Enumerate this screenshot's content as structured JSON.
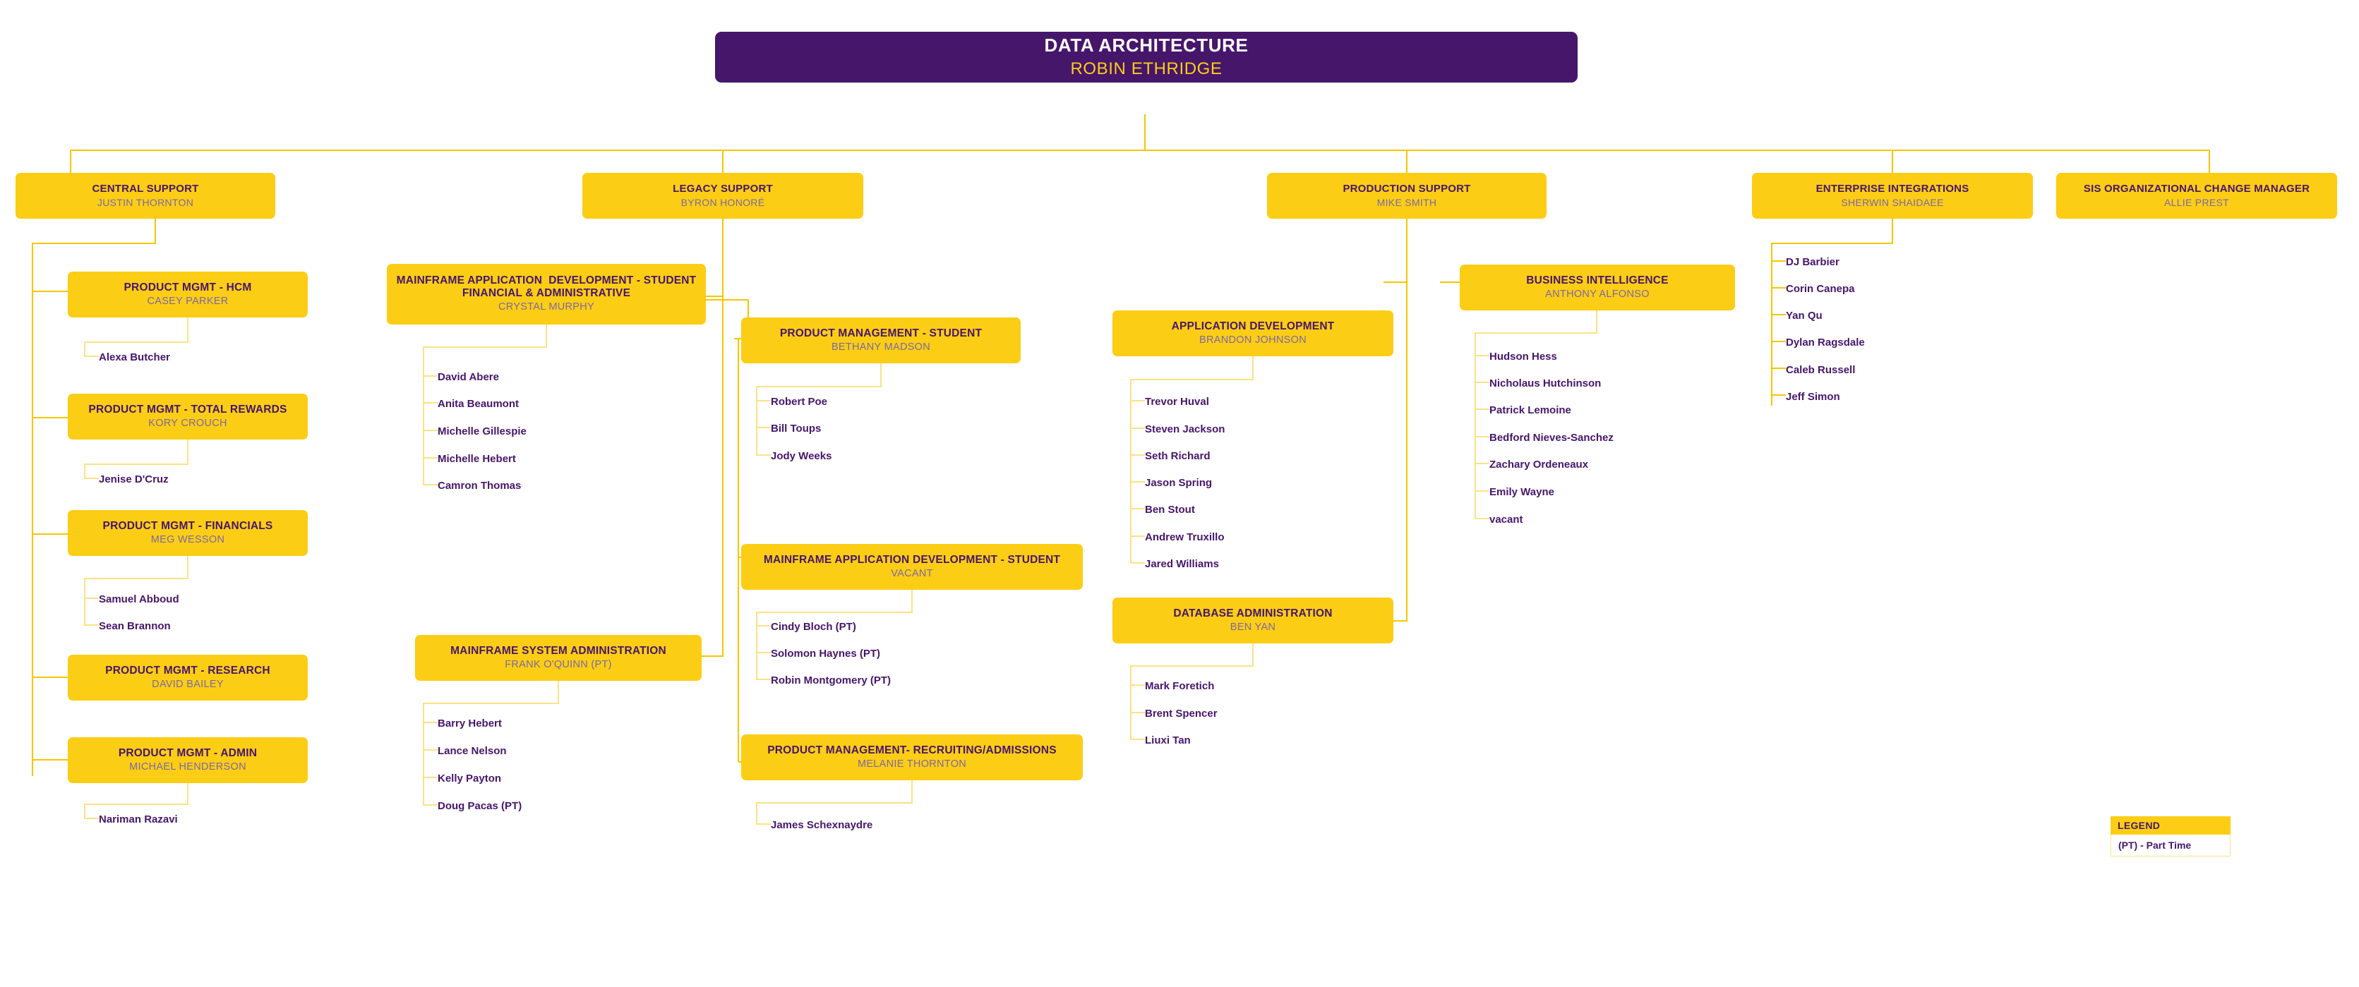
{
  "colors": {
    "box_yellow": "#FCCD15",
    "root_purple": "#46166B",
    "title_purple": "#46166B",
    "person_purple": "#7B68A6",
    "line_yellow": "#F7C600",
    "line_yellow_light": "#FBE285",
    "background": "#FFFFFF"
  },
  "root": {
    "title": "DATA ARCHITECTURE",
    "person": "ROBIN ETHRIDGE"
  },
  "departments": [
    {
      "id": "central-support",
      "title": "CENTRAL SUPPORT",
      "person": "JUSTIN THORNTON"
    },
    {
      "id": "legacy-support",
      "title": "LEGACY SUPPORT",
      "person": "BYRON HONORÉ"
    },
    {
      "id": "production-support",
      "title": "PRODUCTION SUPPORT",
      "person": "MIKE SMITH"
    },
    {
      "id": "enterprise-integrations",
      "title": "ENTERPRISE INTEGRATIONS",
      "person": "SHERWIN SHAIDAEE"
    },
    {
      "id": "sis-org-change-manager",
      "title": "SIS ORGANIZATIONAL CHANGE MANAGER",
      "person": "ALLIE PREST"
    }
  ],
  "units": [
    {
      "id": "pm-hcm",
      "title": "PRODUCT MGMT - HCM",
      "person": "CASEY PARKER"
    },
    {
      "id": "pm-total-rewards",
      "title": "PRODUCT MGMT - TOTAL REWARDS",
      "person": "KORY CROUCH"
    },
    {
      "id": "pm-financials",
      "title": "PRODUCT MGMT - FINANCIALS",
      "person": "MEG WESSON"
    },
    {
      "id": "pm-research",
      "title": "PRODUCT MGMT - RESEARCH",
      "person": "DAVID BAILEY"
    },
    {
      "id": "pm-admin",
      "title": "PRODUCT MGMT - ADMIN",
      "person": "MICHAEL HENDERSON"
    },
    {
      "id": "mf-app-dev-sfa",
      "title": "MAINFRAME APPLICATION  DEVELOPMENT - STUDENT FINANCIAL & ADMINISTRATIVE",
      "person": "CRYSTAL MURPHY"
    },
    {
      "id": "mf-sys-admin",
      "title": "MAINFRAME SYSTEM ADMINISTRATION",
      "person": "FRANK O'QUINN (PT)"
    },
    {
      "id": "pm-student",
      "title": "PRODUCT MANAGEMENT - STUDENT",
      "person": "BETHANY MADSON"
    },
    {
      "id": "mf-app-dev-student",
      "title": "MAINFRAME APPLICATION DEVELOPMENT - STUDENT",
      "person": "VACANT"
    },
    {
      "id": "pm-recruiting",
      "title": "PRODUCT MANAGEMENT- RECRUITING/ADMISSIONS",
      "person": "MELANIE THORNTON"
    },
    {
      "id": "app-development",
      "title": "APPLICATION DEVELOPMENT",
      "person": "BRANDON JOHNSON"
    },
    {
      "id": "database-admin",
      "title": "DATABASE ADMINISTRATION",
      "person": "BEN YAN"
    },
    {
      "id": "business-intelligence",
      "title": "BUSINESS INTELLIGENCE",
      "person": "ANTHONY ALFONSO"
    }
  ],
  "staff": {
    "pm_hcm": [
      "Alexa Butcher"
    ],
    "pm_total_rewards": [
      "Jenise D'Cruz"
    ],
    "pm_financials": [
      "Samuel Abboud",
      "Sean Brannon"
    ],
    "pm_admin": [
      "Nariman Razavi"
    ],
    "mf_app_dev_sfa": [
      "David Abere",
      "Anita Beaumont",
      "Michelle Gillespie",
      "Michelle Hebert",
      "Camron Thomas"
    ],
    "mf_sys_admin": [
      "Barry Hebert",
      "Lance Nelson",
      "Kelly Payton",
      "Doug Pacas (PT)"
    ],
    "pm_student": [
      "Robert Poe",
      "Bill Toups",
      "Jody Weeks"
    ],
    "mf_app_dev_student": [
      "Cindy Bloch (PT)",
      "Solomon Haynes (PT)",
      "Robin Montgomery (PT)"
    ],
    "pm_recruiting": [
      "James Schexnaydre"
    ],
    "app_development": [
      "Trevor Huval",
      "Steven Jackson",
      "Seth Richard",
      "Jason Spring",
      "Ben Stout",
      "Andrew Truxillo",
      "Jared Williams"
    ],
    "database_admin": [
      "Mark Foretich",
      "Brent Spencer",
      "Liuxi Tan"
    ],
    "business_intelligence": [
      "Hudson Hess",
      "Nicholaus Hutchinson",
      "Patrick Lemoine",
      "Bedford Nieves-Sanchez",
      "Zachary Ordeneaux",
      "Emily Wayne",
      "vacant"
    ],
    "enterprise_integrations": [
      "DJ Barbier",
      "Corin Canepa",
      "Yan Qu",
      "Dylan Ragsdale",
      "Caleb Russell",
      "Jeff Simon"
    ]
  },
  "legend": {
    "heading": "LEGEND",
    "entry": "(PT) - Part Time"
  }
}
